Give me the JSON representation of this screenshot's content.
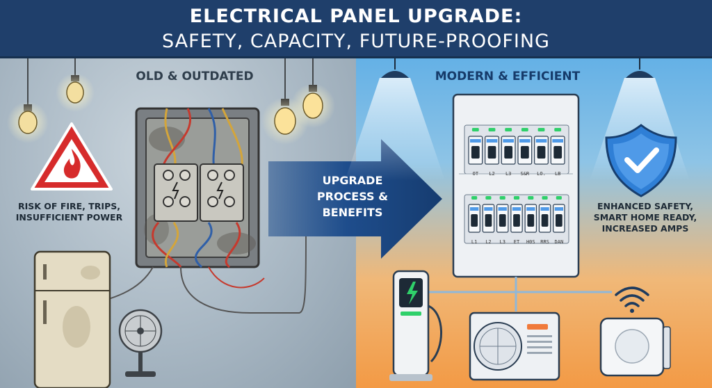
{
  "header": {
    "title_line1": "ELECTRICAL PANEL UPGRADE:",
    "title_line2": "SAFETY, CAPACITY, FUTURE-PROOFING"
  },
  "left": {
    "title": "OLD & OUTDATED",
    "note": "RISK OF FIRE, TRIPS, INSUFFICIENT POWER"
  },
  "arrow": {
    "label": "UPGRADE PROCESS & BENEFITS"
  },
  "right": {
    "title": "MODERN & EFFICIENT",
    "note": "ENHANCED SAFETY, SMART HOME READY, INCREASED AMPS",
    "breaker_labels_top": [
      "OT",
      "L2",
      "L3",
      "S&R",
      "LO.",
      "LB"
    ],
    "breaker_labels_bottom": [
      "L1",
      "L2",
      "L3",
      "ET",
      "H0S",
      "RRS",
      "DAN"
    ]
  },
  "colors": {
    "header_bg": "#1f3f6b",
    "arrow_blue": "#1e4d8c",
    "warning_red": "#d62b2b",
    "shield_blue": "#2f7fd6",
    "indicator_green": "#2fd06a"
  },
  "icons": [
    "light-bulb-icon",
    "warning-fire-icon",
    "shield-check-icon",
    "wifi-icon",
    "lightning-icon",
    "ceiling-lamp-icon"
  ]
}
